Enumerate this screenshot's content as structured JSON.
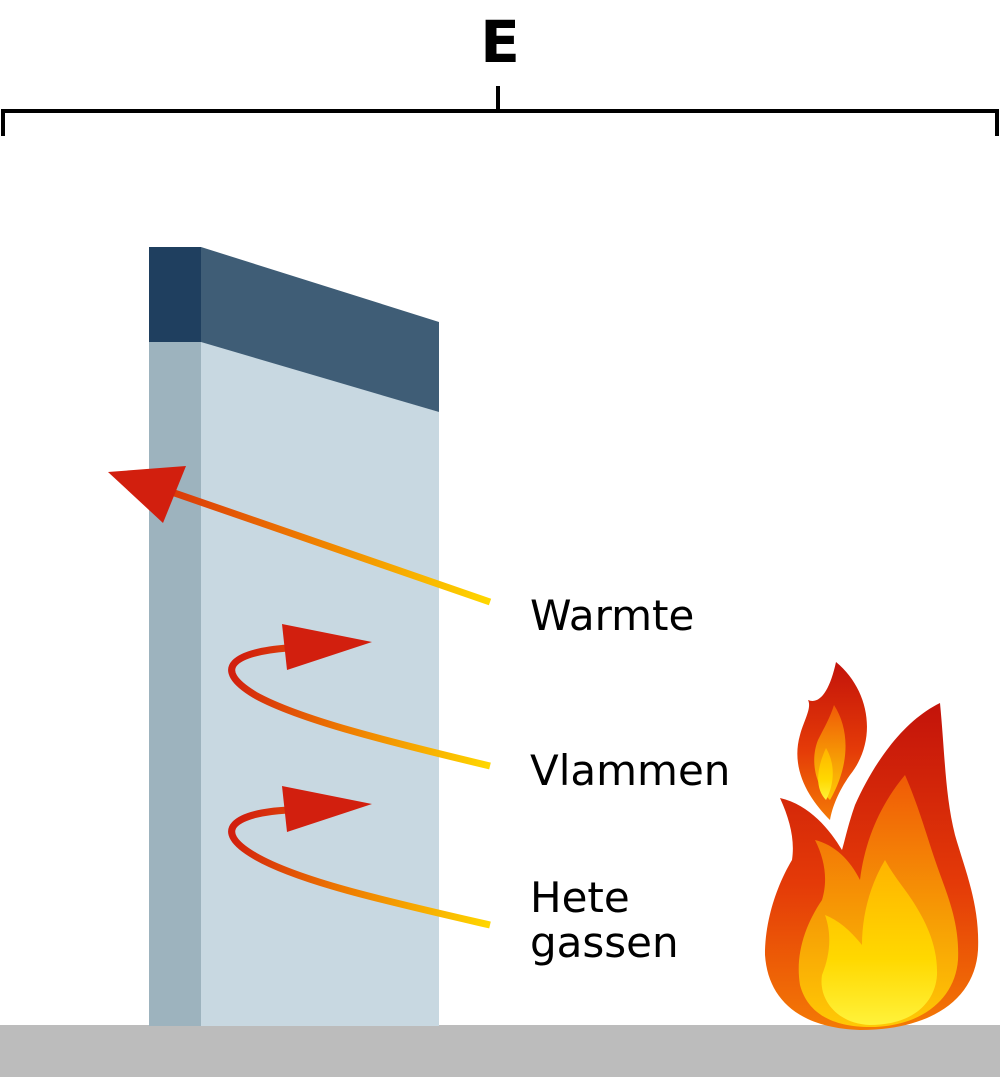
{
  "title": "E",
  "labels": {
    "heat": "Warmte",
    "flames": "Vlammen",
    "hot_gases_line1": "Hete",
    "hot_gases_line2": "gassen"
  },
  "colors": {
    "wall_top_dark": "#1f3f5f",
    "wall_top": "#3f5d76",
    "wall_side": "#9db3be",
    "wall_face": "#c8d8e1",
    "ground": "#bcbcbc",
    "arrow_red": "#d21f0e",
    "arrow_orange": "#ee7a00",
    "arrow_yellow": "#ffd700",
    "flame_red": "#d71f08",
    "flame_orange": "#f37b05",
    "flame_yellow": "#ffe600"
  }
}
